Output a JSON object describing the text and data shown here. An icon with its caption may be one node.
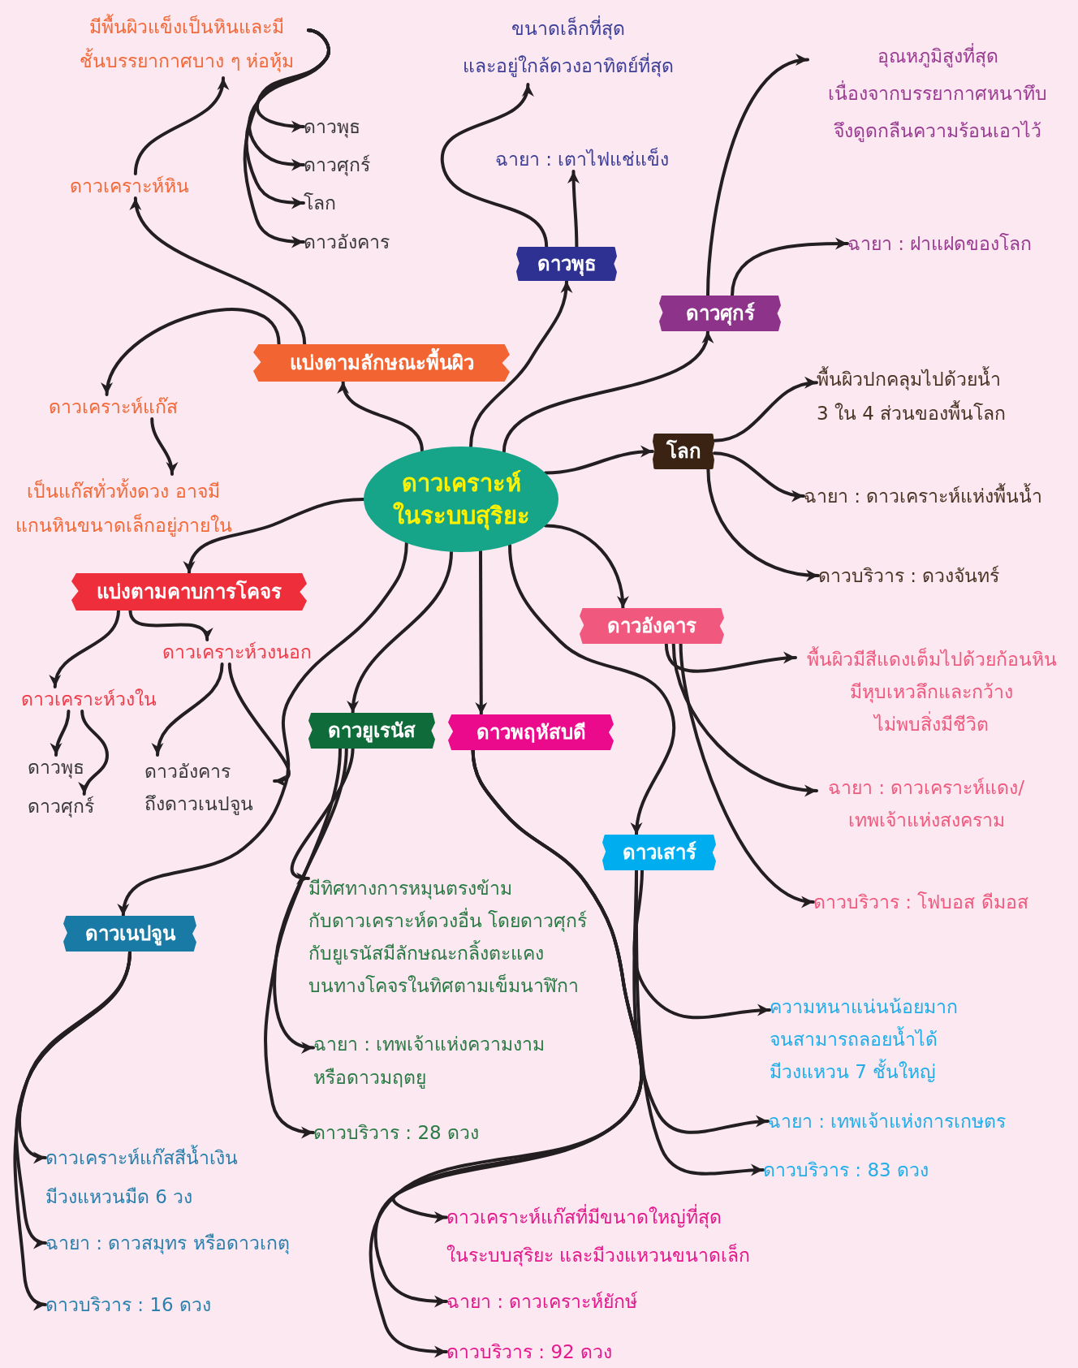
{
  "diagram": {
    "nodes": [
      {
        "text": [
          "ดาวเคราะห์ ในระบบสุริยะ"
        ]
      },
      {
        "text": [
          "แบ่งตามลักษณะพื้นผิว"
        ]
      },
      {
        "text": [
          "ดาวเคราะห์หิน"
        ]
      },
      {
        "text": [
          "มีพื้นผิวแข็งเป็นหินและมี ชั้นบรรยากาศบาง ๆ ห่อหุ้ม"
        ]
      },
      {
        "text": [
          "ดาวพุธ"
        ]
      },
      {
        "text": [
          "ดาวศุกร์"
        ]
      },
      {
        "text": [
          "โลก"
        ]
      },
      {
        "text": [
          "ดาวอังคาร"
        ]
      },
      {
        "text": [
          "ดาวเคราะห์แก๊ส"
        ]
      },
      {
        "text": [
          "เป็นแก๊สทั่วทั้งดวง อาจมี แกนหินขนาดเล็กอยู่ภายใน"
        ]
      },
      {
        "text": [
          "ดาวพุธ"
        ]
      },
      {
        "text": [
          "ขนาดเล็กที่สุด และอยู่ใกล้ดวงอาทิตย์ที่สุด"
        ]
      },
      {
        "text": [
          "ฉายา : เตาไฟแช่แข็ง"
        ]
      },
      {
        "text": [
          "ดาวศุกร์"
        ]
      },
      {
        "text": [
          "อุณหภูมิสูงที่สุด เนื่องจากบรรยากาศหนาทึบ จึงดูดกลืนความร้อนเอาไว้"
        ]
      },
      {
        "text": [
          "ฉายา : ฝาแฝดของโลก"
        ]
      },
      {
        "text": [
          "โลก"
        ]
      },
      {
        "text": [
          "พื้นผิวปกคลุมไปด้วยน้ำ 3 ใน 4 ส่วนของพื้นโลก"
        ]
      },
      {
        "text": [
          "ฉายา : ดาวเคราะห์แห่งพื้นน้ำ"
        ]
      },
      {
        "text": [
          "ดาวบริวาร : ดวงจันทร์"
        ]
      },
      {
        "text": [
          "ดาวอังคาร"
        ]
      },
      {
        "text": [
          "พื้นผิวมีสีแดงเต็มไปด้วยก้อนหิน มีหุบเหวลึกและกว้าง ไม่พบสิ่งมีชีวิต"
        ]
      },
      {
        "text": [
          "ฉายา : ดาวเคราะห์แดง/ เทพเจ้าแห่งสงคราม"
        ]
      },
      {
        "text": [
          "ดาวบริวาร : โฟบอส ดีมอส"
        ]
      },
      {
        "text": [
          "แบ่งตามคาบการโคจร"
        ]
      },
      {
        "text": [
          "ดาวเคราะห์วงนอก"
        ]
      },
      {
        "text": [
          "ดาวเคราะห์วงใน"
        ]
      },
      {
        "text": [
          "ดาวพุธ"
        ]
      },
      {
        "text": [
          "ดาวศุกร์"
        ]
      },
      {
        "text": [
          "ดาวอังคาร ถึงดาวเนปจูน"
        ]
      },
      {
        "text": [
          "ดาวยูเรนัส"
        ]
      },
      {
        "text": [
          "มีทิศทางการหมุนตรงข้าม กับดาวเคราะห์ดวงอื่น โดยดาวศุกร์ กับยูเรนัสมีลักษณะกลิ้งตะแคง บนทางโคจรในทิศตามเข็มนาฬิกา"
        ]
      },
      {
        "text": [
          "ฉายา : เทพเจ้าแห่งความงาม หรือดาวมฤตยู"
        ]
      },
      {
        "text": [
          "ดาวบริวาร : 28 ดวง"
        ]
      },
      {
        "text": [
          "ดาวพฤหัสบดี"
        ]
      },
      {
        "text": [
          "ดาวเคราะห์แก๊สที่มีขนาดใหญ่ที่สุด ในระบบสุริยะ และมีวงแหวนขนาดเล็ก"
        ]
      },
      {
        "text": [
          "ฉายา : ดาวเคราะห์ยักษ์"
        ]
      },
      {
        "text": [
          "ดาวบริวาร : 92 ดวง"
        ]
      },
      {
        "text": [
          "ดาวเสาร์"
        ]
      },
      {
        "text": [
          "ความหนาแน่นน้อยมาก จนสามารถลอยน้ำได้ มีวงแหวน 7 ชั้นใหญ่"
        ]
      },
      {
        "text": [
          "ฉายา : เทพเจ้าแห่งการเกษตร"
        ]
      },
      {
        "text": [
          "ดาวบริวาร : 83 ดวง"
        ]
      },
      {
        "text": [
          "ดาวเนปจูน"
        ]
      },
      {
        "text": [
          "ดาวเคราะห์แก๊สสีน้ำเงิน มีวงแหวนมืด 6 วง"
        ]
      },
      {
        "text": [
          "ฉายา : ดาวสมุทร หรือดาวเกตุ"
        ]
      },
      {
        "text": [
          "ดาวบริวาร : 16 ดวง"
        ]
      }
    ],
    "edges": [
      {
        "from": 0,
        "to": 1,
        "arrow": "to"
      },
      {
        "from": 1,
        "to": 2,
        "arrow": "to"
      },
      {
        "from": 2,
        "to": 3,
        "arrow": "to"
      },
      {
        "from": 3,
        "to": 4,
        "arrow": "to"
      },
      {
        "from": 3,
        "to": 5,
        "arrow": "to"
      },
      {
        "from": 3,
        "to": 6,
        "arrow": "to"
      },
      {
        "from": 3,
        "to": 7,
        "arrow": "to"
      },
      {
        "from": 1,
        "to": 8,
        "arrow": "to"
      },
      {
        "from": 8,
        "to": 9,
        "arrow": "to"
      },
      {
        "from": 0,
        "to": 10,
        "arrow": "to"
      },
      {
        "from": 10,
        "to": 11,
        "arrow": "to"
      },
      {
        "from": 10,
        "to": 12,
        "arrow": "to"
      },
      {
        "from": 0,
        "to": 13,
        "arrow": "to"
      },
      {
        "from": 13,
        "to": 14,
        "arrow": "to"
      },
      {
        "from": 13,
        "to": 15,
        "arrow": "to"
      },
      {
        "from": 0,
        "to": 16,
        "arrow": "to"
      },
      {
        "from": 16,
        "to": 17,
        "arrow": "to"
      },
      {
        "from": 16,
        "to": 18,
        "arrow": "to"
      },
      {
        "from": 16,
        "to": 19,
        "arrow": "to"
      },
      {
        "from": 0,
        "to": 20,
        "arrow": "to"
      },
      {
        "from": 20,
        "to": 21,
        "arrow": "to"
      },
      {
        "from": 20,
        "to": 22,
        "arrow": "to"
      },
      {
        "from": 20,
        "to": 23,
        "arrow": "to"
      },
      {
        "from": 0,
        "to": 24,
        "arrow": "to"
      },
      {
        "from": 24,
        "to": 25,
        "arrow": "to"
      },
      {
        "from": 24,
        "to": 26,
        "arrow": "to"
      },
      {
        "from": 26,
        "to": 27,
        "arrow": "to"
      },
      {
        "from": 26,
        "to": 28,
        "arrow": "to"
      },
      {
        "from": 25,
        "to": 29,
        "arrow": "to"
      },
      {
        "from": 25,
        "to": 29,
        "arrow": "to"
      },
      {
        "from": 0,
        "to": 30,
        "arrow": "to"
      },
      {
        "from": 30,
        "to": 31,
        "arrow": "to"
      },
      {
        "from": 30,
        "to": 32,
        "arrow": "to"
      },
      {
        "from": 30,
        "to": 33,
        "arrow": "to"
      },
      {
        "from": 0,
        "to": 34,
        "arrow": "to"
      },
      {
        "from": 34,
        "to": 35,
        "arrow": "to"
      },
      {
        "from": 34,
        "to": 36,
        "arrow": "to"
      },
      {
        "from": 34,
        "to": 37,
        "arrow": "to"
      },
      {
        "from": 0,
        "to": 38,
        "arrow": "to"
      },
      {
        "from": 38,
        "to": 39,
        "arrow": "to"
      },
      {
        "from": 38,
        "to": 40,
        "arrow": "to"
      },
      {
        "from": 38,
        "to": 41,
        "arrow": "to"
      },
      {
        "from": 0,
        "to": 42,
        "arrow": "to"
      },
      {
        "from": 42,
        "to": 43,
        "arrow": "to"
      },
      {
        "from": 42,
        "to": 44,
        "arrow": "to"
      },
      {
        "from": 42,
        "to": 45,
        "arrow": "to"
      }
    ]
  }
}
